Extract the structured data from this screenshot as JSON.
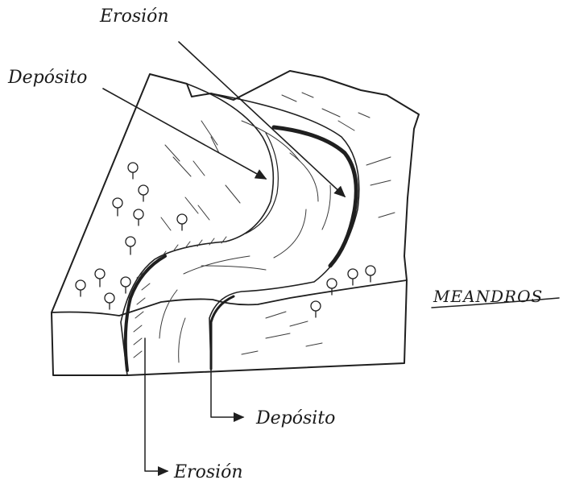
{
  "diagram": {
    "title": "MEANDROS",
    "labels": {
      "erosion_top": "Erosión",
      "deposito_top": "Depósito",
      "deposito_bottom": "Depósito",
      "erosion_bottom": "Erosión"
    }
  }
}
